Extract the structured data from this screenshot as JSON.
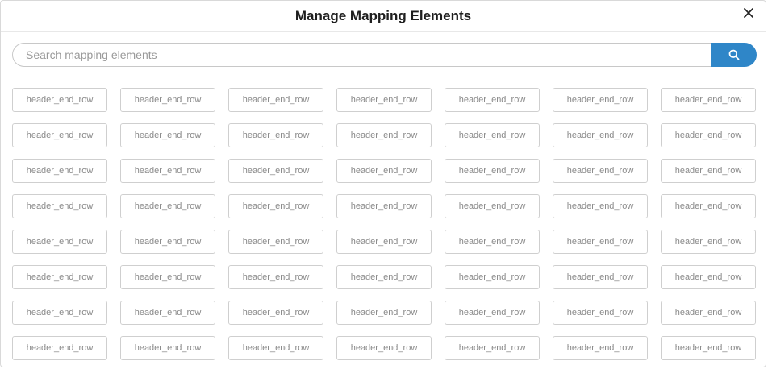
{
  "dialog": {
    "title": "Manage Mapping Elements",
    "close_icon": "close-icon"
  },
  "search": {
    "placeholder": "Search mapping elements",
    "value": "",
    "button_icon": "search-icon",
    "button_color": "#2f86c8"
  },
  "elements": [
    "header_end_row",
    "header_end_row",
    "header_end_row",
    "header_end_row",
    "header_end_row",
    "header_end_row",
    "header_end_row",
    "header_end_row",
    "header_end_row",
    "header_end_row",
    "header_end_row",
    "header_end_row",
    "header_end_row",
    "header_end_row",
    "header_end_row",
    "header_end_row",
    "header_end_row",
    "header_end_row",
    "header_end_row",
    "header_end_row",
    "header_end_row",
    "header_end_row",
    "header_end_row",
    "header_end_row",
    "header_end_row",
    "header_end_row",
    "header_end_row",
    "header_end_row",
    "header_end_row",
    "header_end_row",
    "header_end_row",
    "header_end_row",
    "header_end_row",
    "header_end_row",
    "header_end_row",
    "header_end_row",
    "header_end_row",
    "header_end_row",
    "header_end_row",
    "header_end_row",
    "header_end_row",
    "header_end_row",
    "header_end_row",
    "header_end_row",
    "header_end_row",
    "header_end_row",
    "header_end_row",
    "header_end_row",
    "header_end_row",
    "header_end_row",
    "header_end_row",
    "header_end_row",
    "header_end_row",
    "header_end_row",
    "header_end_row",
    "header_end_row"
  ]
}
